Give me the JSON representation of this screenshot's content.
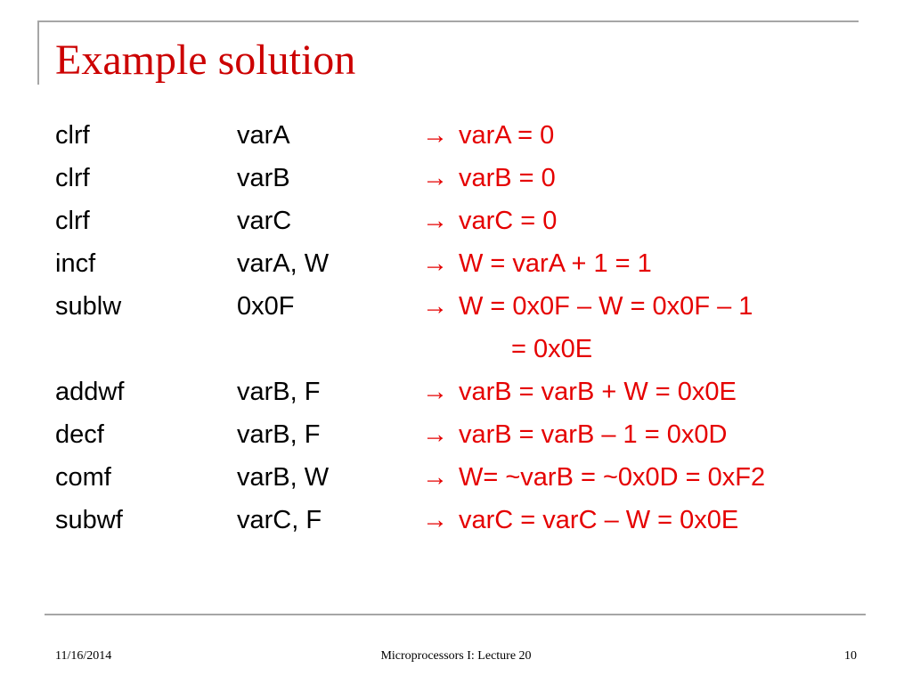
{
  "slide": {
    "title": "Example solution",
    "arrow_glyph": "→",
    "lines": [
      {
        "op": "clrf",
        "arg": "varA",
        "result": "varA = 0"
      },
      {
        "op": "clrf",
        "arg": "varB",
        "result": "varB = 0"
      },
      {
        "op": "clrf",
        "arg": "varC",
        "result": "varC = 0"
      },
      {
        "op": "incf",
        "arg": "varA, W",
        "result": "W = varA + 1 = 1"
      },
      {
        "op": "sublw",
        "arg": "0x0F",
        "result": "W = 0x0F – W = 0x0F – 1"
      },
      {
        "continuation": "= 0x0E"
      },
      {
        "op": "addwf",
        "arg": "varB, F",
        "result": "varB = varB + W = 0x0E"
      },
      {
        "op": "decf",
        "arg": "varB, F",
        "result": "varB = varB – 1 = 0x0D"
      },
      {
        "op": "comf",
        "arg": "varB, W",
        "result": "W= ~varB = ~0x0D = 0xF2"
      },
      {
        "op": "subwf",
        "arg": "varC, F",
        "result": "varC = varC – W = 0x0E"
      }
    ]
  },
  "footer": {
    "date": "11/16/2014",
    "center": "Microprocessors I:  Lecture 20",
    "page": "10"
  },
  "colors": {
    "title": "#cc0000",
    "result": "#e50000",
    "rule": "#a6a6a6"
  }
}
